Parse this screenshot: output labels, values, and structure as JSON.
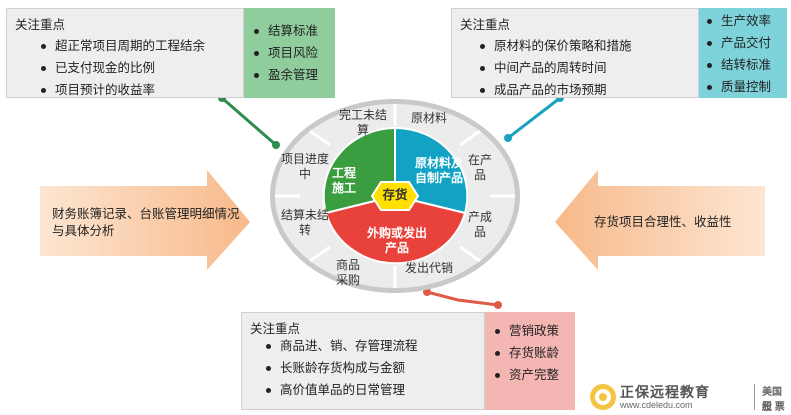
{
  "top_left": {
    "title": "关注重点",
    "items": [
      "超正常项目周期的工程结余",
      "已支付现金的比例",
      "项目预计的收益率"
    ],
    "tags": [
      "结算标准",
      "项目风险",
      "盈余管理"
    ],
    "tag_color": "#8fcd9c",
    "connector_color": "#2f8c4c"
  },
  "top_right": {
    "title": "关注重点",
    "items": [
      "原材料的保价策略和措施",
      "中间产品的周转时间",
      "成品产品的市场预期"
    ],
    "tags": [
      "生产效率",
      "产品交付",
      "结转标准",
      "质量控制"
    ],
    "tag_color": "#7ed2d9",
    "connector_color": "#1aa1c0"
  },
  "bottom": {
    "title": "关注重点",
    "items": [
      "商品进、销、存管理流程",
      "长账龄存货构成与金额",
      "高价值单品的日常管理"
    ],
    "tags": [
      "营销政策",
      "存货账龄",
      "资产完整"
    ],
    "tag_color": "#f4b6b3",
    "connector_color": "#e05a48"
  },
  "left_arrow": {
    "text": "财务账簿记录、台账管理明细情况与具体分析"
  },
  "right_arrow": {
    "text": "存货项目合理性、收益性"
  },
  "wheel": {
    "outer_segments": [
      "完工未结算",
      "原材料",
      "在产品",
      "产成品",
      "发出代销",
      "商品采购",
      "结算未结转",
      "项目进度中"
    ],
    "core": {
      "construction": "工程施工",
      "raw_made": "原材料及自制产品",
      "outsourced": "外购或发出产品",
      "center": "存货"
    },
    "colors": {
      "green": "#3a9d3f",
      "teal": "#12a3c4",
      "red": "#e8423a",
      "center": "#ffe000",
      "outer": "#e6e6e6"
    }
  },
  "brand": {
    "name": "正保远程教育",
    "url": "www.cdeledu.com",
    "extra1": "美国纽",
    "extra2": "股 票"
  }
}
